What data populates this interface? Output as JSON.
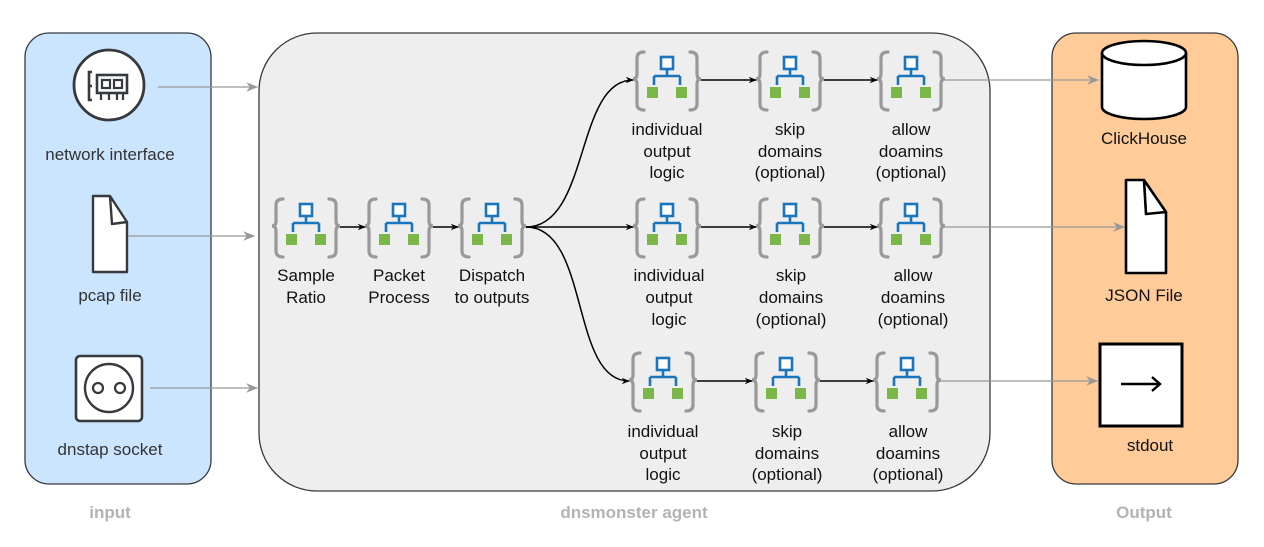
{
  "panels": {
    "input": "input",
    "agent": "dnsmonster agent",
    "output": "Output"
  },
  "inputs": {
    "network": "network interface",
    "pcap": "pcap file",
    "dnstap": "dnstap socket"
  },
  "pipeline": {
    "sample": [
      "Sample",
      "Ratio"
    ],
    "packet": [
      "Packet",
      "Process"
    ],
    "dispatch": [
      "Dispatch",
      "to outputs"
    ]
  },
  "branches": [
    {
      "logic": [
        "individual",
        "output",
        "logic"
      ],
      "skip": [
        "skip",
        "domains",
        "(optional)"
      ],
      "allow": [
        "allow",
        "doamins",
        "(optional)"
      ]
    },
    {
      "logic": [
        "individual",
        "output",
        "logic"
      ],
      "skip": [
        "skip",
        "domains",
        "(optional)"
      ],
      "allow": [
        "allow",
        "doamins",
        "(optional)"
      ]
    },
    {
      "logic": [
        "individual",
        "output",
        "logic"
      ],
      "skip": [
        "skip",
        "domains",
        "(optional)"
      ],
      "allow": [
        "allow",
        "doamins",
        "(optional)"
      ]
    }
  ],
  "outputs": {
    "clickhouse": "ClickHouse",
    "json": "JSON File",
    "stdout": "stdout"
  },
  "icons": {
    "module": "module-icon",
    "network": "network-interface-card-icon",
    "pcap": "document-icon",
    "dnstap": "socket-icon",
    "clickhouse": "database-icon",
    "json": "document-icon",
    "stdout": "terminal-arrow-icon"
  },
  "colors": {
    "input_fill": "#cce5ff",
    "agent_fill": "#eeeeee",
    "output_fill": "#ffcc99",
    "icon_blue": "#1a75bc",
    "icon_green": "#7ab648",
    "bracket_grey": "#999999"
  }
}
